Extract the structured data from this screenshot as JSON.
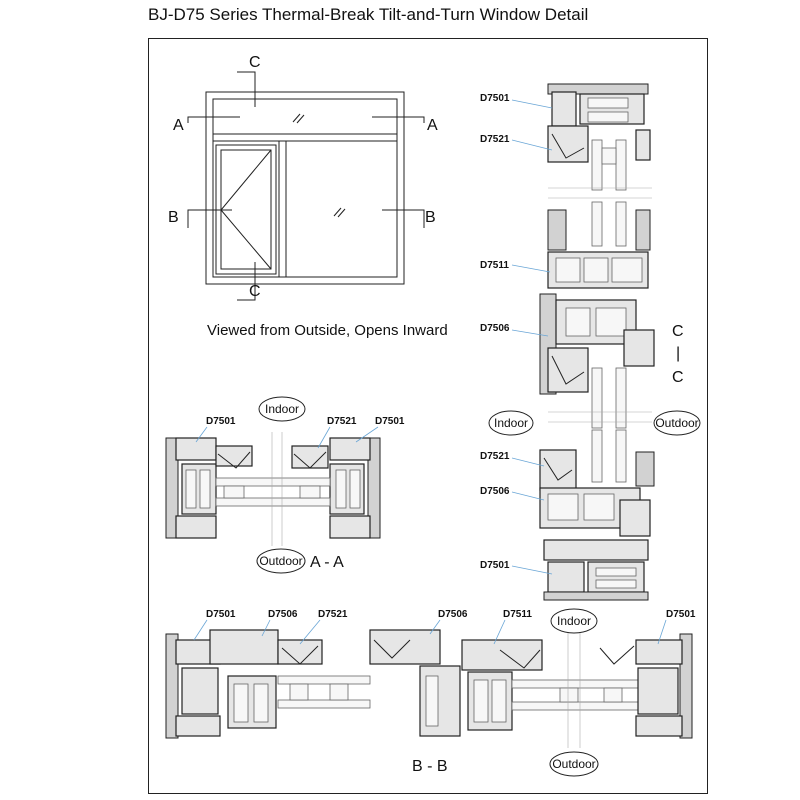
{
  "title": "BJ-D75 Series Thermal-Break Tilt-and-Turn Window Detail",
  "elevation": {
    "caption": "Viewed from Outside, Opens Inward",
    "markers": {
      "a": "A",
      "b": "B",
      "c": "C"
    }
  },
  "section_aa": {
    "label": "A - A",
    "indoor": "Indoor",
    "outdoor": "Outdoor",
    "parts": {
      "left_frame": "D7501",
      "sash": "D7521",
      "right_frame": "D7501"
    }
  },
  "section_bb": {
    "label": "B - B",
    "indoor": "Indoor",
    "outdoor": "Outdoor",
    "parts": {
      "p1": "D7501",
      "p2": "D7506",
      "p3": "D7521",
      "p4": "D7506",
      "p5": "D7511",
      "p6": "D7501"
    }
  },
  "section_cc": {
    "label_c1": "C",
    "label_bar": "|",
    "label_c2": "C",
    "indoor": "Indoor",
    "outdoor": "Outdoor",
    "parts": {
      "p1": "D7501",
      "p2": "D7521",
      "p3": "D7511",
      "p4": "D7506",
      "p5": "D7521",
      "p6": "D7506",
      "p7": "D7501"
    }
  }
}
